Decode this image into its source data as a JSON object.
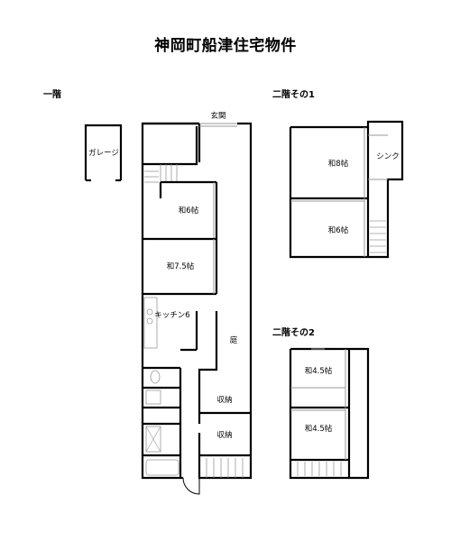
{
  "title": "神岡町船津住宅物件",
  "sections": {
    "floor1": "一階",
    "floor2_part1": "二階その1",
    "floor2_part2": "二階その2"
  },
  "floor1_rooms": {
    "entrance": "玄関",
    "garage": "ガレージ",
    "washitsu_6": "和6帖",
    "washitsu_7_5": "和7.5帖",
    "kitchen": "キッチン6",
    "garden": "庭",
    "storage_1": "収納",
    "storage_2": "収納"
  },
  "floor2_part1_rooms": {
    "washitsu_8": "和8帖",
    "washitsu_6": "和6帖",
    "sink": "シンク"
  },
  "floor2_part2_rooms": {
    "washitsu_4_5_a": "和4.5帖",
    "washitsu_4_5_b": "和4.5帖"
  },
  "colors": {
    "wall": "#000000",
    "background": "#ffffff",
    "detail": "#9a9a9a"
  }
}
